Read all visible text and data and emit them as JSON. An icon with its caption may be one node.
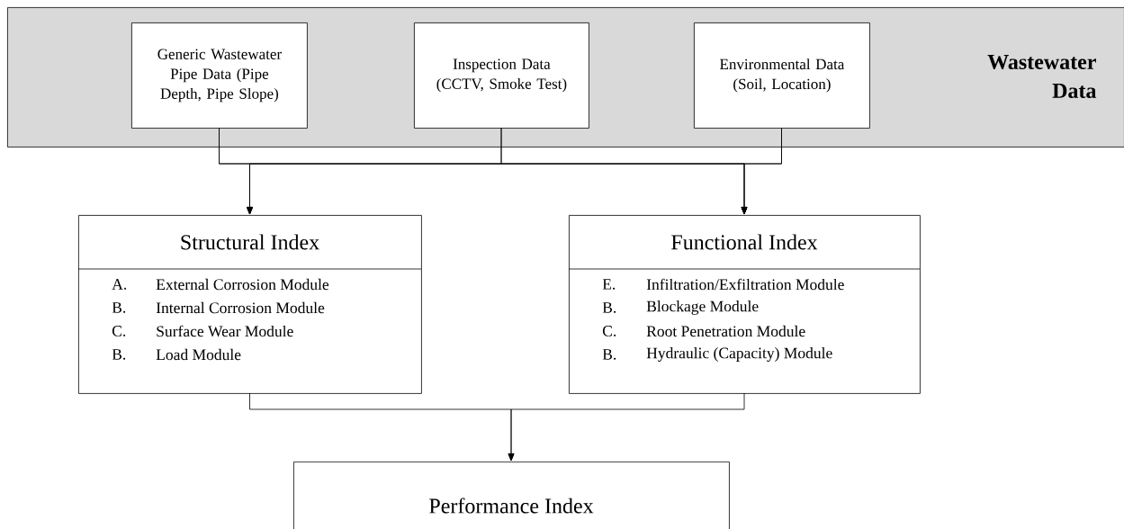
{
  "diagram": {
    "nodes": [
      {
        "text": [
          "Wastewater Data"
        ]
      },
      {
        "text": [
          "Generic Wastewater Pipe Data (Pipe Depth, Pipe Slope)"
        ],
        "in": 0
      },
      {
        "text": [
          "Inspection Data (CCTV, Smoke Test)"
        ],
        "in": 0
      },
      {
        "text": [
          "Environmental Data (Soil, Location)"
        ],
        "in": 0
      },
      {
        "text": [
          "Structural Index",
          "A.",
          "External Corrosion Module",
          "B.",
          "Internal Corrosion Module",
          "C.",
          "Surface Wear Module",
          "B.",
          "Load Module"
        ]
      },
      {
        "text": [
          "Functional Index",
          "E.",
          "Infiltration/Exfiltration Module",
          "B.",
          "Blockage Module",
          "C.",
          "Root Penetration Module",
          "B.",
          "Hydraulic (Capacity) Module"
        ]
      },
      {
        "text": [
          "Performance Index"
        ]
      }
    ],
    "edges": [
      {
        "from": 1,
        "to": 4,
        "arrow": "to"
      },
      {
        "from": 2,
        "to": 4,
        "arrow": "to"
      },
      {
        "from": 3,
        "to": 4,
        "arrow": "to"
      },
      {
        "from": 1,
        "to": 5,
        "arrow": "to"
      },
      {
        "from": 2,
        "to": 5,
        "arrow": "to"
      },
      {
        "from": 3,
        "to": 5,
        "arrow": "to"
      },
      {
        "from": 4,
        "to": 6,
        "arrow": "to"
      },
      {
        "from": 5,
        "to": 6,
        "arrow": "to"
      }
    ]
  }
}
